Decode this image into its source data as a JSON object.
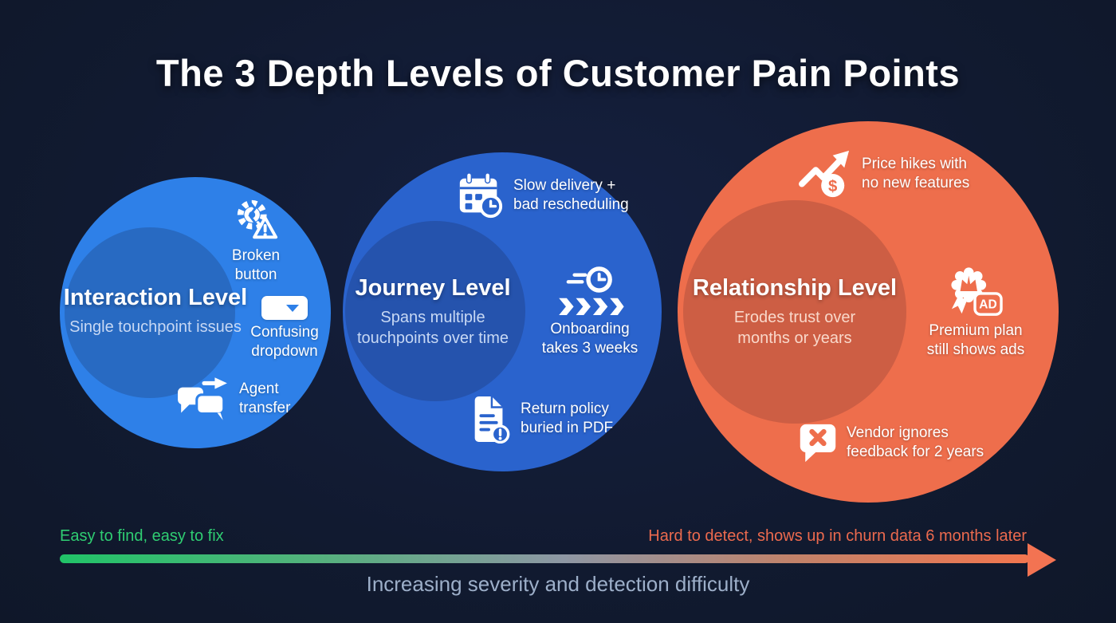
{
  "title": "The 3 Depth Levels of Customer Pain Points",
  "background_color": "#111a30",
  "levels": [
    {
      "name": "Interaction Level",
      "subtitle": "Single touchpoint issues",
      "color": "#2e80e8",
      "items": [
        {
          "icon": "broken-gear-warning-icon",
          "label": "Broken\nbutton"
        },
        {
          "icon": "dropdown-icon",
          "label": "Confusing\ndropdown"
        },
        {
          "icon": "chat-transfer-icon",
          "label": "Agent\ntransfer"
        }
      ]
    },
    {
      "name": "Journey Level",
      "subtitle": "Spans multiple\ntouchpoints over time",
      "color": "#2a63cd",
      "items": [
        {
          "icon": "calendar-clock-icon",
          "label": "Slow delivery +\nbad rescheduling"
        },
        {
          "icon": "deadline-chevrons-icon",
          "label": "Onboarding\ntakes 3 weeks"
        },
        {
          "icon": "document-alert-icon",
          "label": "Return policy\nburied in PDF"
        }
      ]
    },
    {
      "name": "Relationship Level",
      "subtitle": "Erodes trust over\nmonths or years",
      "color": "#ee6e4c",
      "items": [
        {
          "icon": "price-increase-icon",
          "label": "Price hikes with\nno new features"
        },
        {
          "icon": "premium-ad-badge-icon",
          "label": "Premium plan\nstill shows ads"
        },
        {
          "icon": "ignored-feedback-icon",
          "label": "Vendor ignores\nfeedback for 2 years"
        }
      ]
    }
  ],
  "icon_glyphs": {
    "dollar": "$",
    "ad": "AD"
  },
  "axis": {
    "left_label": "Easy to find, easy to fix",
    "right_label": "Hard to detect, shows up in churn data 6 months later",
    "caption": "Increasing severity and detection difficulty",
    "left_color": "#2fcd72",
    "right_color": "#ec6a4e"
  }
}
